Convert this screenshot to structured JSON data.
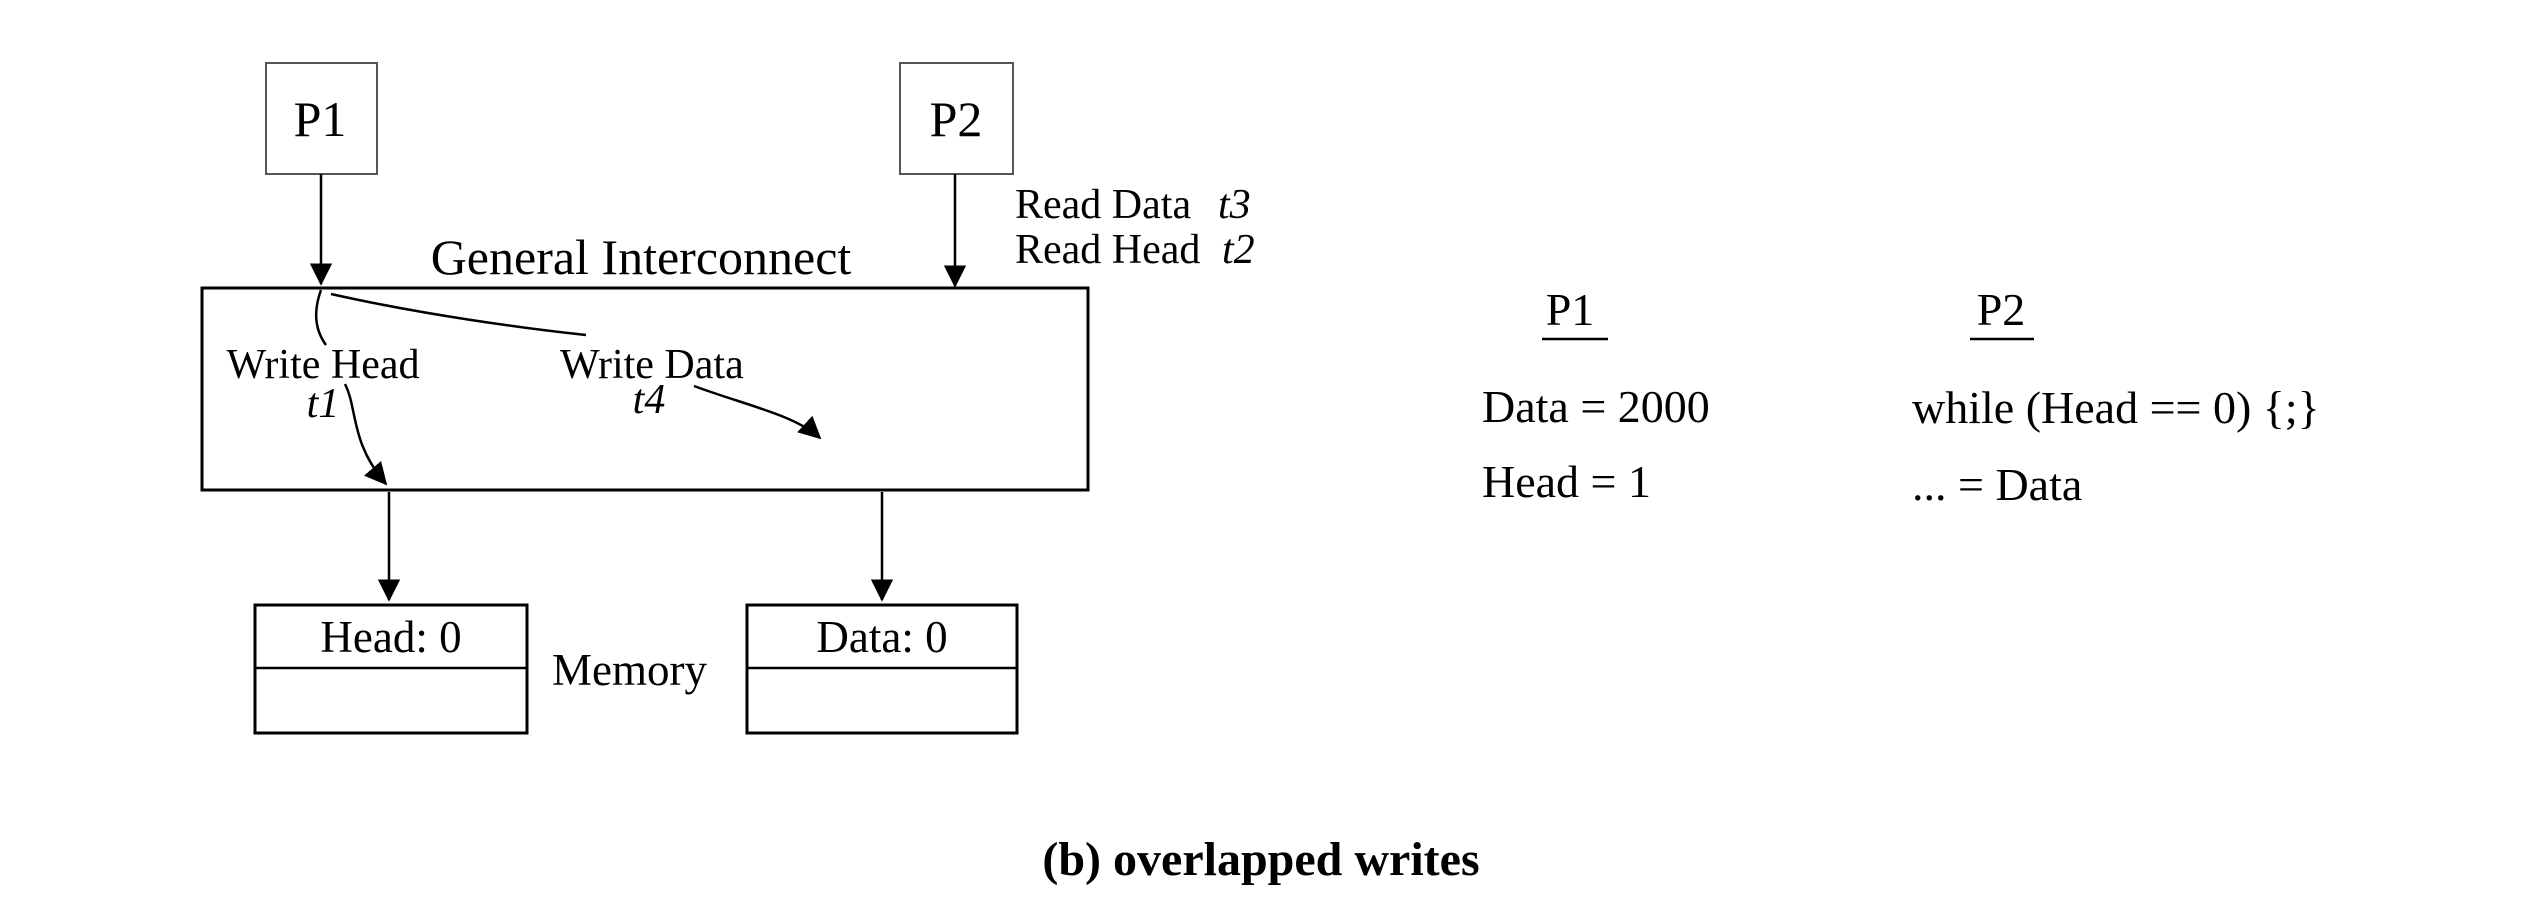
{
  "diagram": {
    "p1_box_label": "P1",
    "p2_box_label": "P2",
    "interconnect_label": "General Interconnect",
    "read_data_label": "Read Data",
    "read_data_time": "t3",
    "read_head_label": "Read Head",
    "read_head_time": "t2",
    "write_head_label": "Write Head",
    "write_head_time": "t1",
    "write_data_label": "Write Data",
    "write_data_time": "t4",
    "memory_label": "Memory",
    "head_cell_value": "Head: 0",
    "data_cell_value": "Data: 0"
  },
  "code": {
    "p1": {
      "header": "P1",
      "lines": [
        "Data = 2000",
        "Head = 1"
      ]
    },
    "p2": {
      "header": "P2",
      "lines": [
        "while (Head == 0) {;}",
        "... = Data"
      ]
    }
  },
  "caption": "(b) overlapped writes",
  "colors": {
    "ink": "#000000",
    "background": "#ffffff"
  }
}
